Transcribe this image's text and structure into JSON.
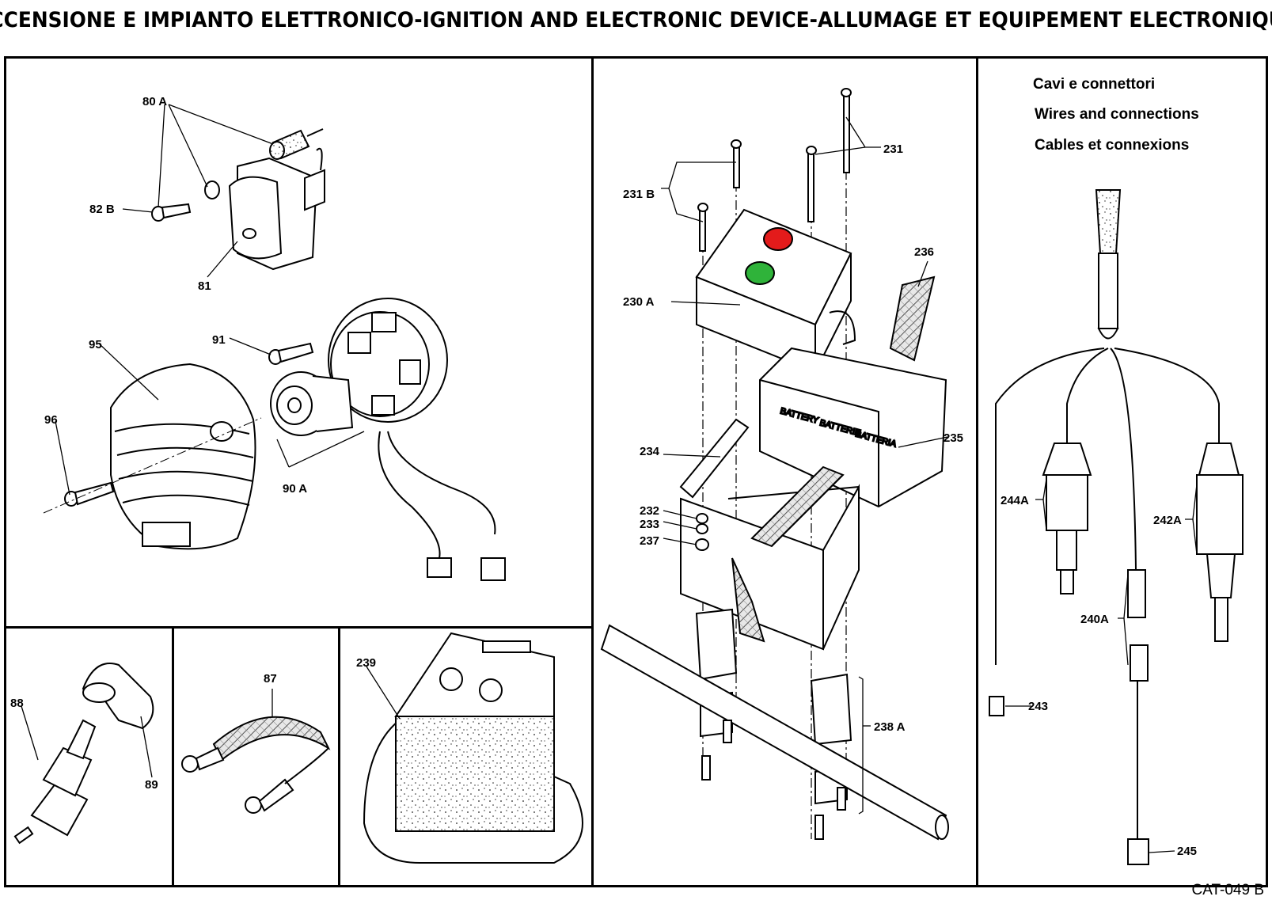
{
  "title": "ACCENSIONE E IMPIANTO ELETTRONICO-IGNITION AND ELECTRONIC DEVICE-ALLUMAGE ET EQUIPEMENT ELECTRONIQUE",
  "page_code": "CAT-049 B",
  "legend": {
    "it": "Cavi e connettori",
    "en": "Wires and connections",
    "fr": "Cables et connexions"
  },
  "battery_text": {
    "battery": "BATTERY",
    "batterie": "BATTERIE",
    "batteria": "BATTERIA"
  },
  "labels": {
    "l80a": "80 A",
    "l82b": "82 B",
    "l81": "81",
    "l95": "95",
    "l91": "91",
    "l96": "96",
    "l90a": "90 A",
    "l88": "88",
    "l89": "89",
    "l87": "87",
    "l239": "239",
    "l231": "231",
    "l231b": "231 B",
    "l236": "236",
    "l230a": "230 A",
    "l234": "234",
    "l235": "235",
    "l232": "232",
    "l233": "233",
    "l237": "237",
    "l238a": "238 A",
    "l244a": "244A",
    "l242a": "242A",
    "l240a": "240A",
    "l243": "243",
    "l245": "245"
  }
}
